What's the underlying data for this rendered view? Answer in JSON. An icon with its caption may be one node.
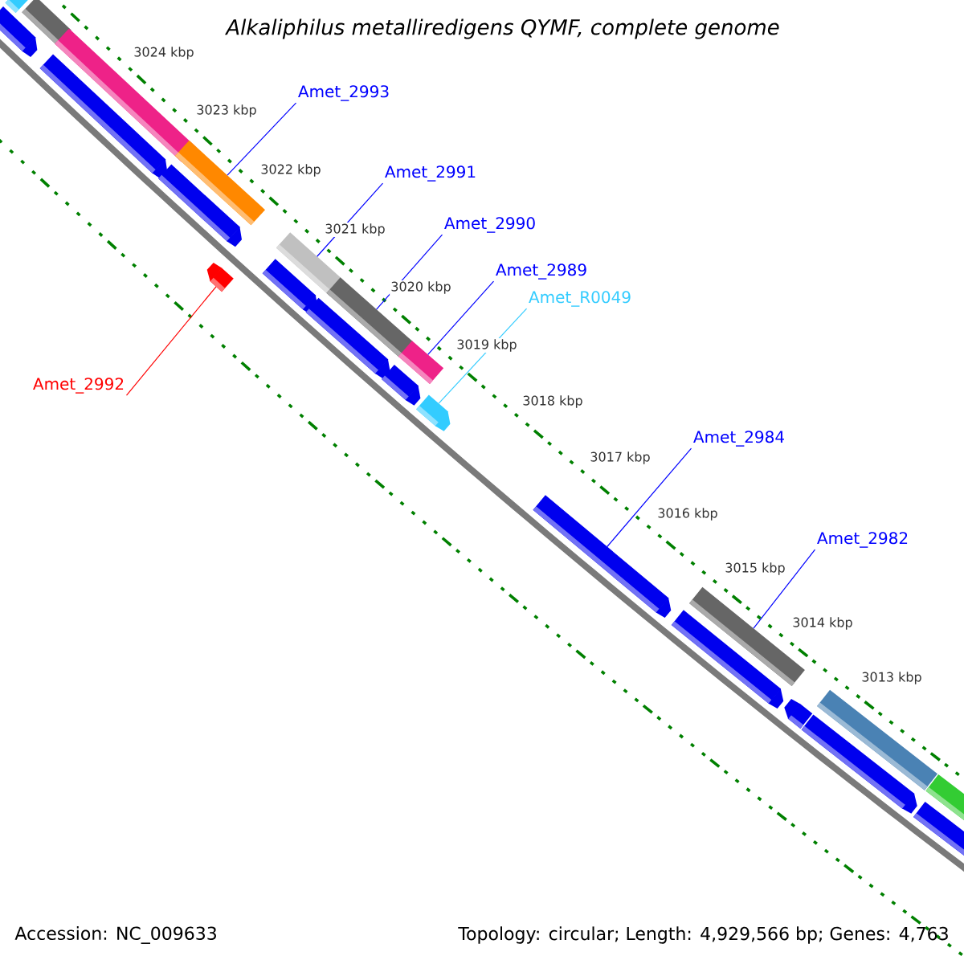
{
  "diagram": {
    "title": "Alkaliphilus metalliredigens QYMF, complete genome",
    "nodes": [
      {
        "text": [
          "Amet_2993"
        ]
      },
      {
        "text": [
          "Amet_2991"
        ]
      },
      {
        "text": [
          "Amet_2990"
        ]
      },
      {
        "text": [
          "Amet_2989"
        ]
      },
      {
        "text": [
          "Amet_R0049"
        ]
      },
      {
        "text": [
          "Amet_2992"
        ]
      },
      {
        "text": [
          "Amet_2984"
        ]
      },
      {
        "text": [
          "Amet_2982"
        ]
      },
      {
        "text": [],
        "shape": "bar"
      },
      {
        "text": [],
        "shape": "arrow"
      },
      {
        "text": [],
        "shape": "bar"
      },
      {
        "text": [],
        "shape": "arrow"
      },
      {
        "text": [],
        "shape": "bar"
      },
      {
        "text": [],
        "shape": "arrow"
      },
      {
        "text": [],
        "shape": "bar"
      },
      {
        "text": [],
        "shape": "arrow"
      },
      {
        "text": [],
        "shape": "arrow"
      },
      {
        "text": [],
        "shape": "bar"
      },
      {
        "text": [],
        "shape": "arrow"
      },
      {
        "text": [],
        "shape": "bar"
      },
      {
        "text": [],
        "shape": "arrow"
      },
      {
        "text": [],
        "shape": "bar"
      },
      {
        "text": [],
        "shape": "arrow"
      },
      {
        "text": [],
        "shape": "arrow"
      },
      {
        "text": [],
        "shape": "arrow"
      },
      {
        "text": [],
        "shape": "bar"
      },
      {
        "text": [],
        "shape": "arrow"
      },
      {
        "text": [],
        "shape": "arrow"
      },
      {
        "text": [],
        "shape": "bar"
      },
      {
        "text": [],
        "shape": "arrow"
      },
      {
        "text": [],
        "shape": "bar"
      }
    ],
    "edges": [
      {
        "from": 0,
        "to": 14,
        "arrow": "none"
      },
      {
        "from": 1,
        "to": 17,
        "arrow": "none"
      },
      {
        "from": 2,
        "to": 19,
        "arrow": "none"
      },
      {
        "from": 3,
        "to": 21,
        "arrow": "none"
      },
      {
        "from": 4,
        "to": 22,
        "arrow": "none",
        "color": "#33ccff"
      },
      {
        "from": 5,
        "to": 15,
        "arrow": "none",
        "color": "#ff0000"
      },
      {
        "from": 6,
        "to": 23,
        "arrow": "none"
      },
      {
        "from": 7,
        "to": 25,
        "arrow": "none"
      }
    ],
    "labels": [
      "3024 kbp",
      "3023 kbp",
      "3022 kbp",
      "3021 kbp",
      "3020 kbp",
      "3019 kbp",
      "3018 kbp",
      "3017 kbp",
      "3016 kbp",
      "3015 kbp",
      "3014 kbp",
      "3013 kbp",
      "Accession: NC_009633",
      "Topology: circular; Length: 4,929,566 bp; Genes: 4,763"
    ]
  }
}
